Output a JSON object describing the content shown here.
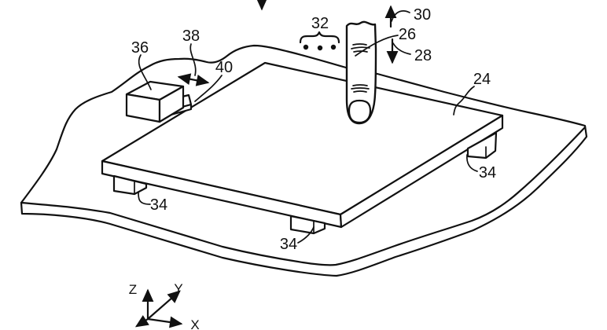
{
  "figure": {
    "background_color": "#ffffff",
    "line_color": "#111111",
    "reference_labels": {
      "touch_surface": "24",
      "finger": "26",
      "downward_motion": "28",
      "upward_motion": "30",
      "additional_contacts": "32",
      "foot_left": "34",
      "foot_front": "34",
      "foot_right": "34",
      "actuator": "36",
      "lateral_motion": "38",
      "actuator_coupling": "40"
    },
    "axis_labels": {
      "x": "X",
      "y": "Y",
      "z": "Z"
    }
  }
}
